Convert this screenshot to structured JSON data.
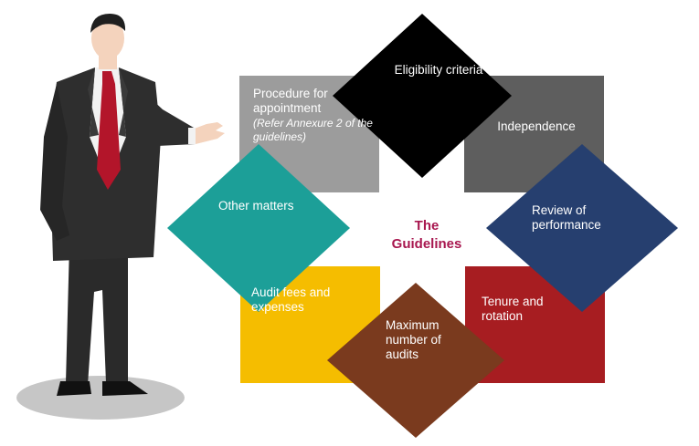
{
  "center": {
    "line1": "The",
    "line2": "Guidelines"
  },
  "items": {
    "eligibility": {
      "label": "Eligibility criteria",
      "color": "#000000"
    },
    "procedure": {
      "label": "Procedure for appointment",
      "note": "(Refer Annexure 2 of the guidelines)",
      "color": "#9c9c9c"
    },
    "independence": {
      "label": "Independence",
      "color": "#5e5e5e"
    },
    "other": {
      "label": "Other matters",
      "color": "#1c9f98"
    },
    "review": {
      "label": "Review of performance",
      "color": "#263f6f"
    },
    "audit_fees": {
      "label": "Audit fees and expenses",
      "color": "#f5bd00"
    },
    "tenure": {
      "label": "Tenure and rotation",
      "color": "#a71d21"
    },
    "max_audits": {
      "label": "Maximum number of audits",
      "color": "#7a3a1e"
    }
  },
  "accent_color": "#a8174f"
}
